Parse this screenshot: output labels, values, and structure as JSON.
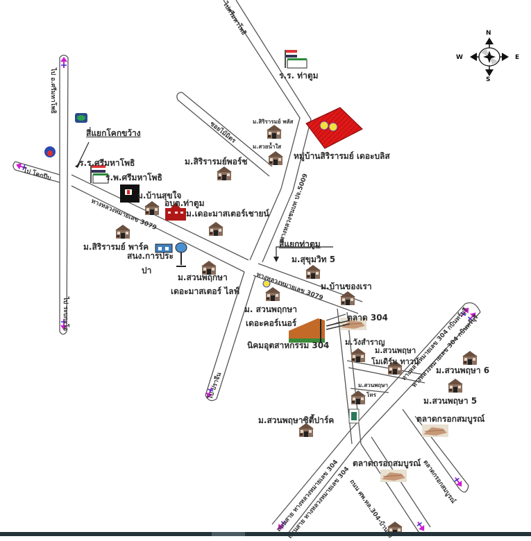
{
  "compass": {
    "n": "N",
    "s": "S",
    "e": "E",
    "w": "W"
  },
  "roads": {
    "to_sri_maha_phot": "ไป อ.ศรีมหาโพธิ",
    "to_rabin": "ไป ระบกะโอ",
    "to_khok_pip": "ไป โคกปีบ",
    "to_sri_maha_phot_top": "ไปศรีมหาโพธิ",
    "hwy_3079_west": "ทางหลวงหมายเลข 3079",
    "hwy_3079_east": "ทางหลวงหมายเลข 3079",
    "rural_road_5009": "ทางหลวงชนบท ปจ.5009",
    "soi_mai_mit": "ซอยไม้มิตร",
    "to_prachin": "ไป ปราจีน",
    "hwy_304_kabin_a": "ทางหลวงหมายเลข 304 กบินทร์บุรี",
    "hwy_304_kabin_b": "ทางหลวงหมายเลข 304 กบินทร์บุรี",
    "hwy_304_sw_a": "ถนนสาย ทางหลวงหมายเลข 304",
    "hwy_304_sw_b": "ถนนสาย ทางหลวงหมายเลข 304",
    "road_304_ban_dong": "ถนน ศพ.ทล.304-บ้านดง",
    "road_ban_sombun": "ตลาดกรอกสมบูรณ์"
  },
  "labels": {
    "khok_khwang_junction": "สี่แยกโคกขว้าง",
    "sri_maha_phot_school": "ร.ร.ศรีมหาโพธิ",
    "sri_maha_phot_hospital": "ร.พ.ศรีมหาโพธิ",
    "ban_suk_jai": "ม.บ้านสุขใจ",
    "obt_tha_tum": "อบต.ท่าตูม",
    "the_master_shine": "ม.เดอะมาสเตอร์เชายน์",
    "siriram_park": "ม.สิริรารมย์ พาร์ค",
    "water_office_1": "สนง.การประ",
    "water_office_2": "ปา",
    "suan_phruksa_the_master_1": "ม.สวนพฤกษา",
    "suan_phruksa_the_master_2": "เดอะมาสเตอร์ ไลฟ์",
    "tha_tum_school": "ร.ร. ท่าตูม",
    "siriram_plus": "ม.สิริรารมย์ พลัส",
    "suai_nam_sai": "ม.สวยน้ำใส",
    "siriram_phon": "ม.สิริรารมย์พอร์ช",
    "siriram_the_bliss": "หมู่บ้านสิริรารมย์ เดอะบลิส",
    "project_badge": "1 2",
    "tha_tum_junction": "สี่แยกท่าตูม",
    "sukhumvit_5": "ม.สุขุมวิท 5",
    "ban_khong_rao": "ม.บ้านของเรา",
    "suan_phruksa_the_corner_1": "ม. สวนพฤกษา",
    "suan_phruksa_the_corner_2": "เดอะคอร์เนอร์",
    "talat_304": "ตลาด 304",
    "industrial_estate_304": "นิคมอุตสาหกรรม 304",
    "wang_samran": "ม.วังสำราญ",
    "suan_phruksa_modern_1": "ม.สวนพฤษา",
    "suan_phruksa_modern_2": "โมเดิร์น ทาวน์",
    "suan_phruksa_small_1": "ม.สวนพฤษา",
    "suan_phruksa_small_2": "โทร",
    "suan_phruksa_6": "ม.สวนพฤษา 6",
    "suan_phruksa_5": "ม.สวนพฤษา 5",
    "talat_krok_sombun_1": "ตลาดกรอกสมบูรณ์",
    "suan_phruksa_city_park": "ม.สวนพฤษาซิตี้ปาร์ค",
    "talat_krok_sombun_2": "ตลาดกรอกสมบูรณ์"
  },
  "colors": {
    "road_outline": "#555555",
    "arrow": "#cc1fd0",
    "arrow_blue": "#2a2ad0",
    "project_fill": "#e01818",
    "project_stripe": "#9a0c0c",
    "badge": "#f0e040",
    "bottom_bar": "#24323a"
  }
}
